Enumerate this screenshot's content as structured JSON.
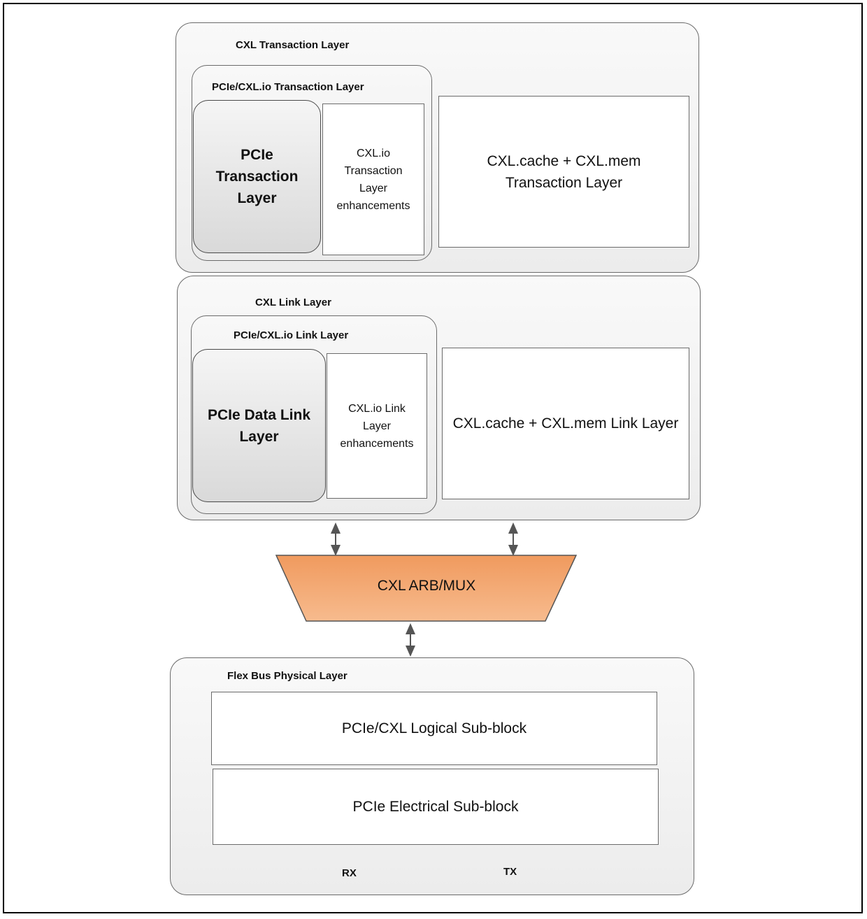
{
  "transaction": {
    "title": "CXL Transaction Layer",
    "io_title": "PCIe/CXL.io Transaction Layer",
    "pcie_line1": "PCIe",
    "pcie_line2": "Transaction",
    "pcie_line3": "Layer",
    "enh_line1": "CXL.io",
    "enh_line2": "Transaction",
    "enh_line3": "Layer",
    "enh_line4": "enhancements",
    "cache_line1": "CXL.cache + CXL.mem",
    "cache_line2": "Transaction Layer"
  },
  "link": {
    "title": "CXL Link Layer",
    "io_title": "PCIe/CXL.io Link Layer",
    "pcie_line1": "PCIe Data Link",
    "pcie_line2": "Layer",
    "enh_line1": "CXL.io Link",
    "enh_line2": "Layer",
    "enh_line3": "enhancements",
    "cache_label": "CXL.cache + CXL.mem Link Layer"
  },
  "mux": {
    "label": "CXL ARB/MUX",
    "fill": "#f4a56f"
  },
  "physical": {
    "title": "Flex Bus Physical Layer",
    "logical": "PCIe/CXL Logical Sub-block",
    "electrical": "PCIe Electrical Sub-block",
    "rx": "RX",
    "tx": "TX"
  }
}
